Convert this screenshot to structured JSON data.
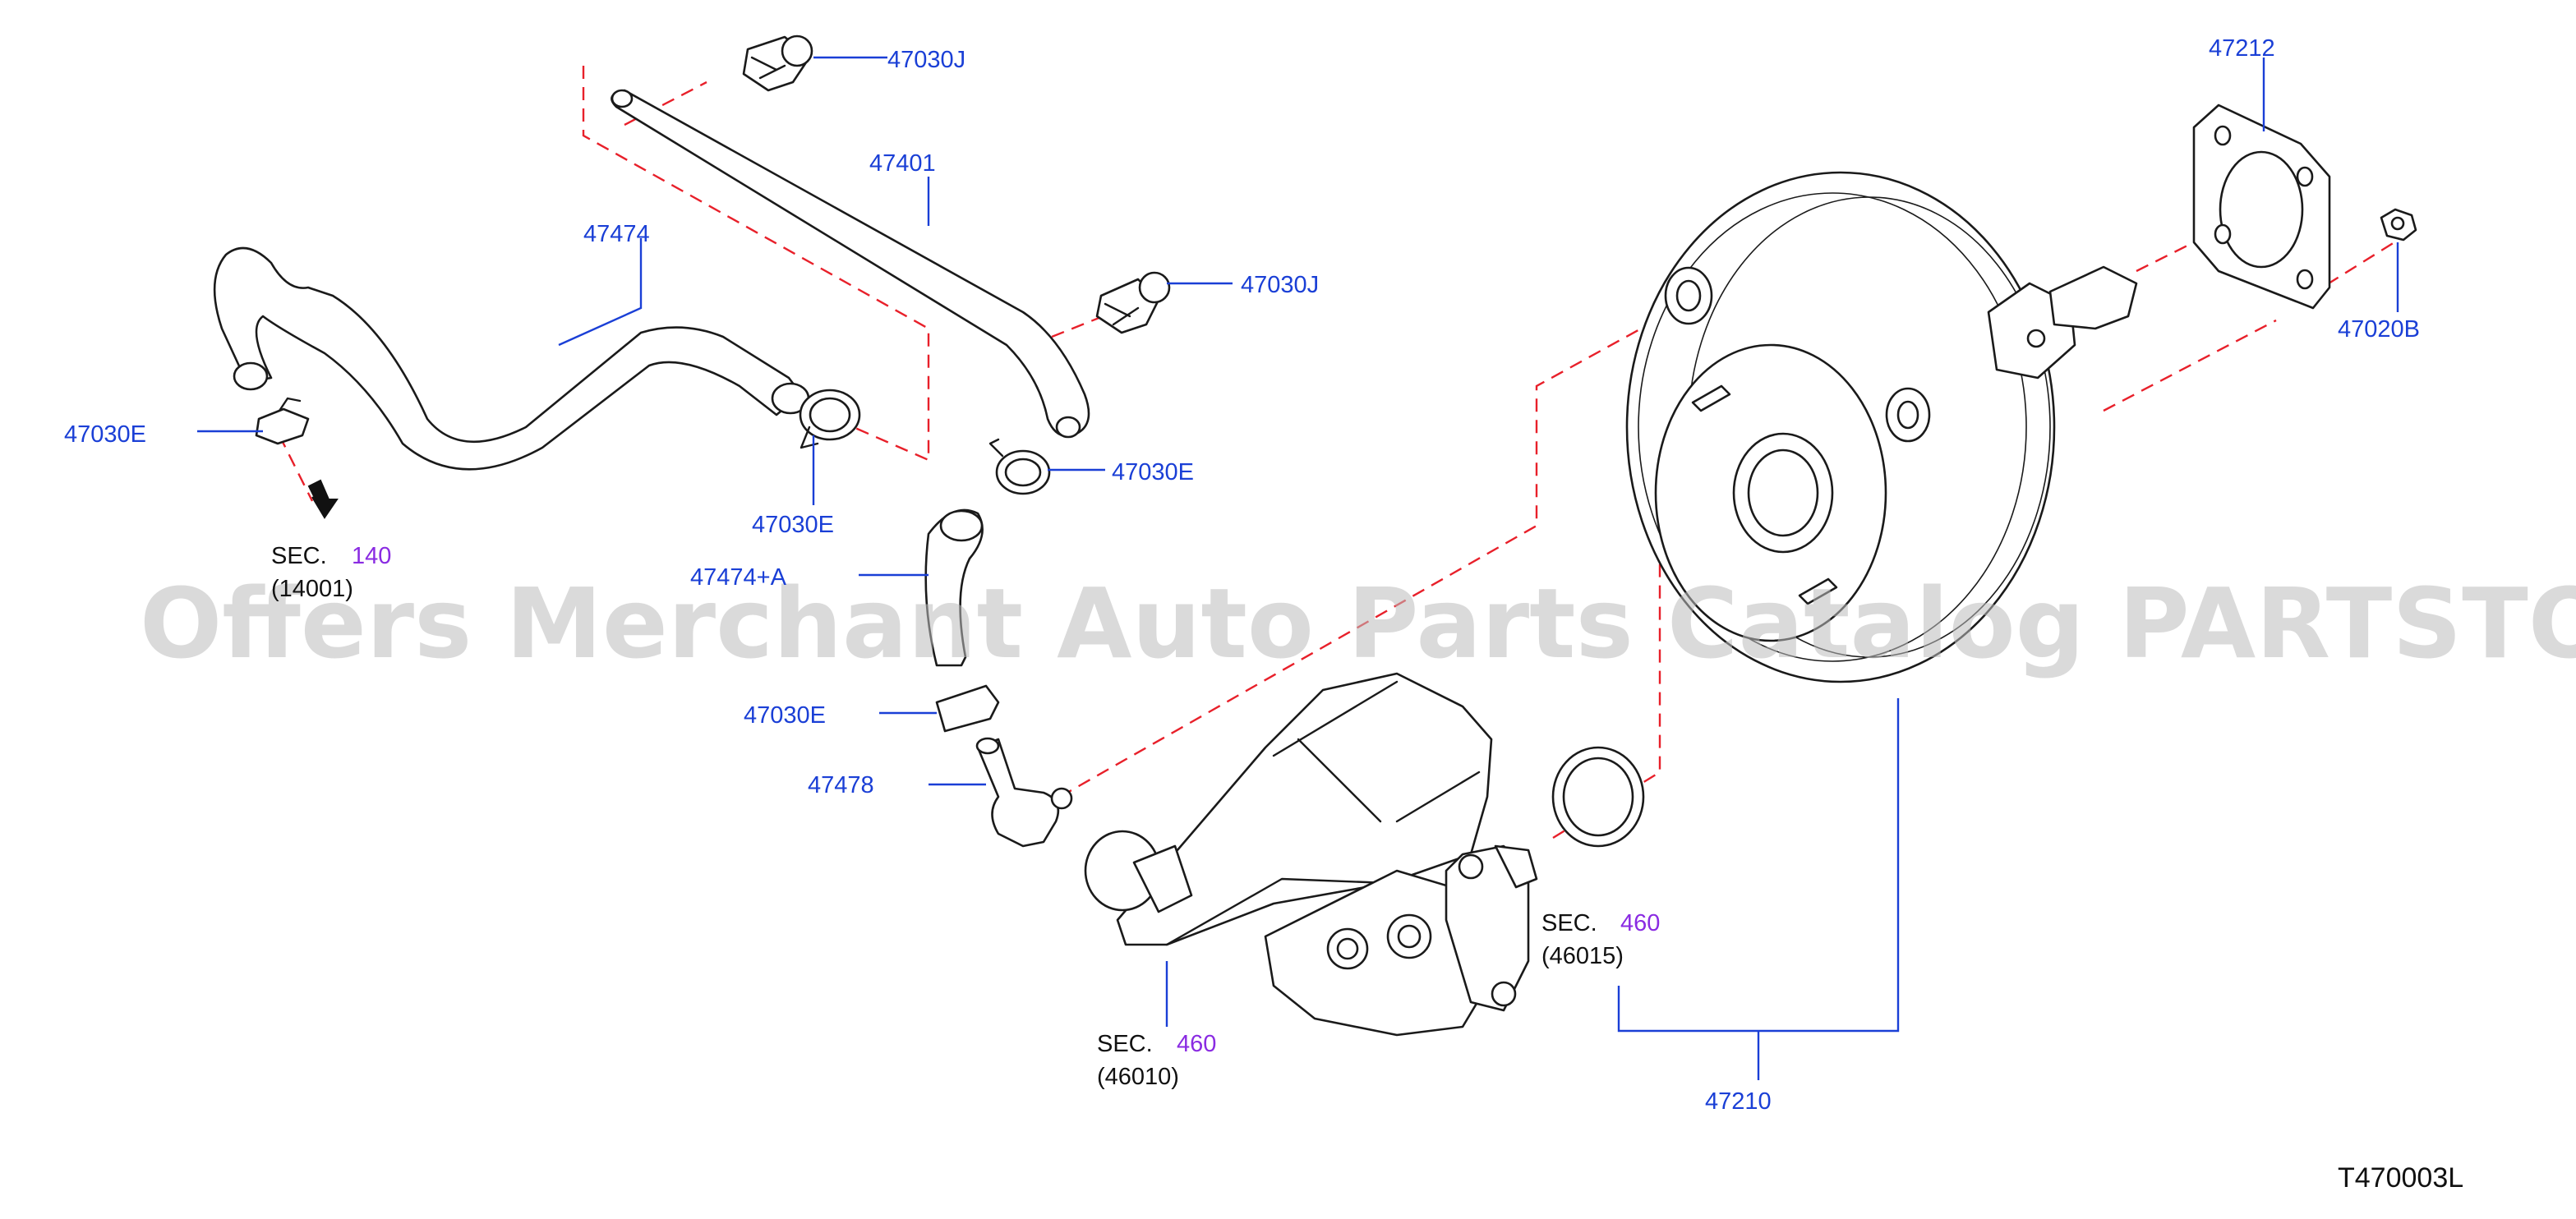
{
  "callouts": {
    "c47030j_top": "47030J",
    "c47401": "47401",
    "c47474": "47474",
    "c47030j_mid": "47030J",
    "c47030e_left": "47030E",
    "c47030e_clamp": "47030E",
    "c47030e_right": "47030E",
    "c47474a": "47474+A",
    "c47030e_lower": "47030E",
    "c47478": "47478",
    "c47212": "47212",
    "c47020b": "47020B",
    "c47210": "47210"
  },
  "sections": {
    "sec140": {
      "label": "SEC.",
      "num": "140",
      "code": "(14001)"
    },
    "sec460_res": {
      "label": "SEC.",
      "num": "460",
      "code": "(46010)"
    },
    "sec460_seal": {
      "label": "SEC.",
      "num": "460",
      "code": "(46015)"
    }
  },
  "watermark": "Offers Merchant Auto Parts Catalog PARTSTORE.SA",
  "diagram_code": "T470003L",
  "colors": {
    "callout": "#1a3fd6",
    "section_number": "#8a2be2",
    "dashed_line": "#e8202a",
    "watermark": "#bdbdbd"
  }
}
